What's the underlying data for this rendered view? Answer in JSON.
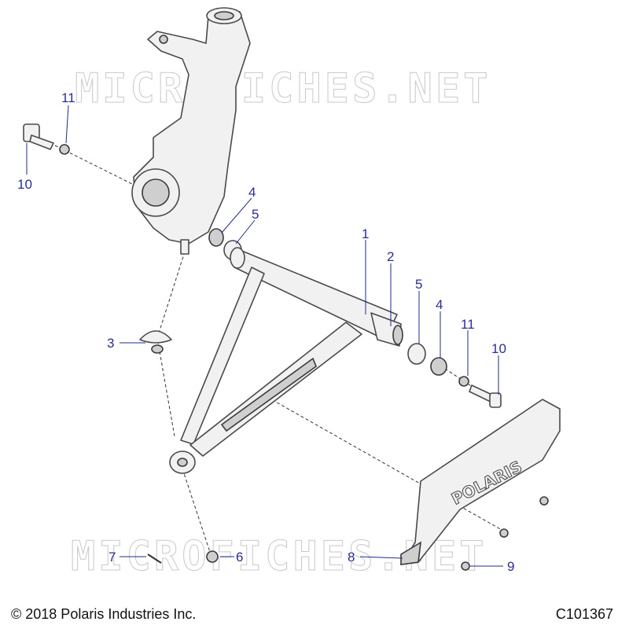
{
  "watermark": "MICROFICHES.NET",
  "callouts": {
    "c1": "1",
    "c2": "2",
    "c3": "3",
    "c4a": "4",
    "c4b": "4",
    "c5a": "5",
    "c5b": "5",
    "c6": "6",
    "c7": "7",
    "c8": "8",
    "c9": "9",
    "c10a": "10",
    "c10b": "10",
    "c11a": "11",
    "c11b": "11"
  },
  "skid_plate_logo": "POLARIS",
  "footer": {
    "copyright": "© 2018 Polaris Industries Inc.",
    "diagram_id": "C101367"
  },
  "colors": {
    "callout": "#2b2e94",
    "line": "#4a4a4a",
    "part_fill": "#f1f1f1"
  }
}
